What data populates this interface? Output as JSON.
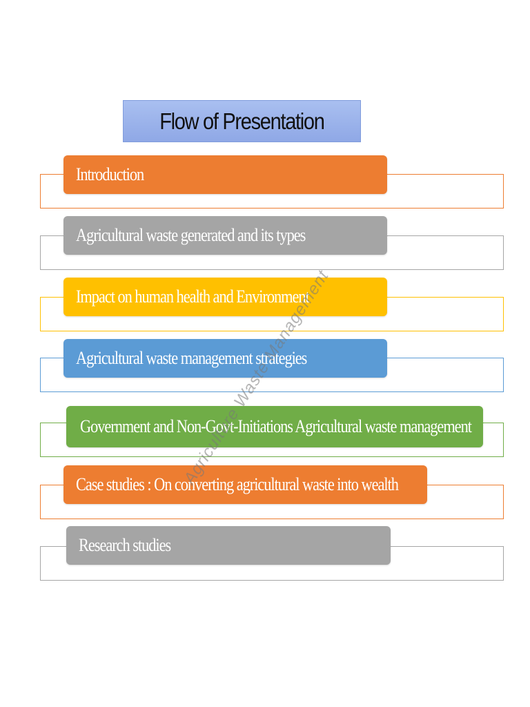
{
  "title": "Flow of  Presentation",
  "watermark": "Agriculture Waste Management",
  "colors": {
    "orange": "#ed7d31",
    "gray": "#a5a5a5",
    "yellow": "#ffc000",
    "blue": "#5b9bd5",
    "green": "#70ad47",
    "title_fill": "#9fb6ee"
  },
  "items": [
    {
      "label": "Introduction",
      "color": "#ed7d31"
    },
    {
      "label": "Agricultural waste generated and its types",
      "color": "#a5a5a5"
    },
    {
      "label": "Impact on human health and Environment",
      "color": "#ffc000"
    },
    {
      "label": "Agricultural waste  management strategies",
      "color": "#5b9bd5"
    },
    {
      "label": "Government and Non-Govt-Initiations Agricultural waste management",
      "color": "#70ad47"
    },
    {
      "label": "Case studies : On converting agricultural waste into wealth",
      "color": "#ed7d31"
    },
    {
      "label": "Research studies",
      "color": "#a5a5a5"
    }
  ]
}
